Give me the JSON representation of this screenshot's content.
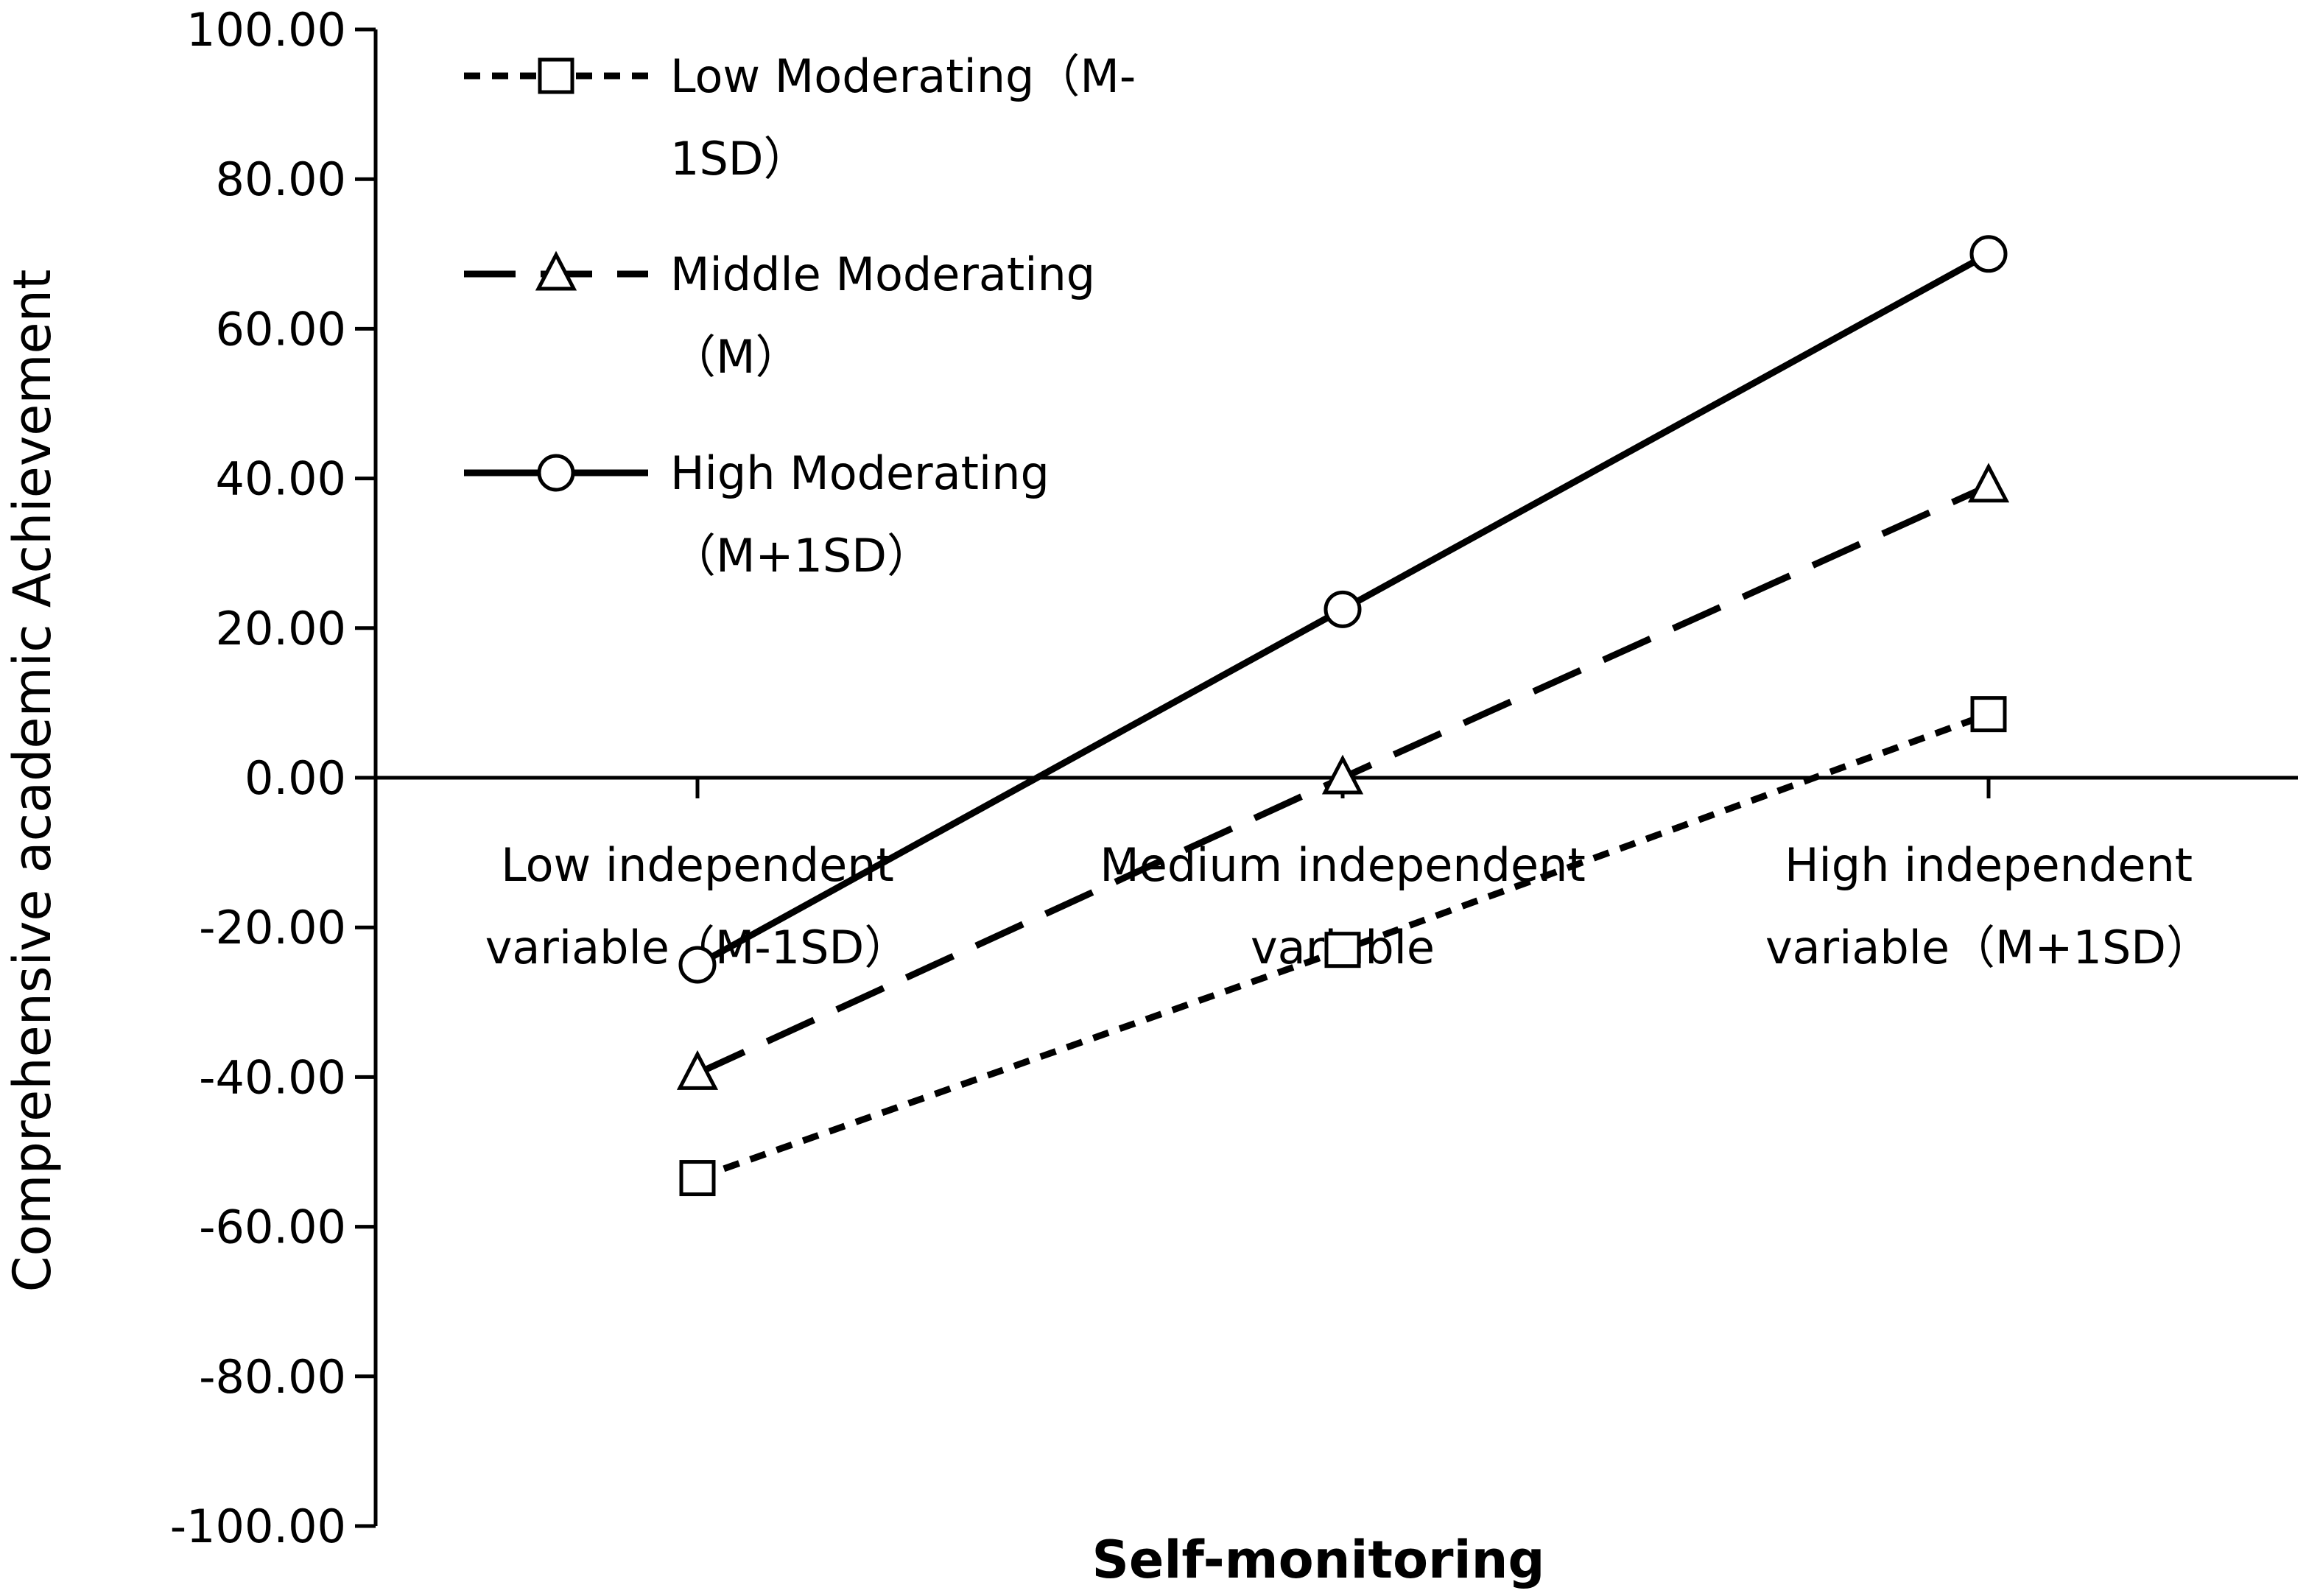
{
  "chart_data": {
    "type": "line",
    "xlabel": "Self-monitoring",
    "ylabel": "Comprehensive academic Achievement",
    "ylim": [
      -100,
      100
    ],
    "ytick_step": 20,
    "ytick_labels": [
      "100.00",
      "80.00",
      "60.00",
      "40.00",
      "20.00",
      "0.00",
      "-20.00",
      "-40.00",
      "-60.00",
      "-80.00",
      "-100.00"
    ],
    "categories": [
      [
        "Low independent",
        "variable（M-1SD）"
      ],
      [
        "Medium independent",
        "variable"
      ],
      [
        "High independent",
        "variable（M+1SD）"
      ]
    ],
    "series": [
      {
        "name_lines": [
          "Low Moderating（M-",
          "1SD）"
        ],
        "values": [
          -53.5,
          -23.0,
          8.5
        ],
        "line_style": "short-dash",
        "marker": "square"
      },
      {
        "name_lines": [
          "Middle Moderating",
          "（M）"
        ],
        "values": [
          -39.5,
          0.0,
          39.0
        ],
        "line_style": "long-dash",
        "marker": "triangle"
      },
      {
        "name_lines": [
          "High Moderating",
          "（M+1SD）"
        ],
        "values": [
          -25.0,
          22.5,
          70.0
        ],
        "line_style": "solid",
        "marker": "circle"
      }
    ],
    "grid": false,
    "legend_position": "top-left",
    "line_color": "#000000"
  }
}
